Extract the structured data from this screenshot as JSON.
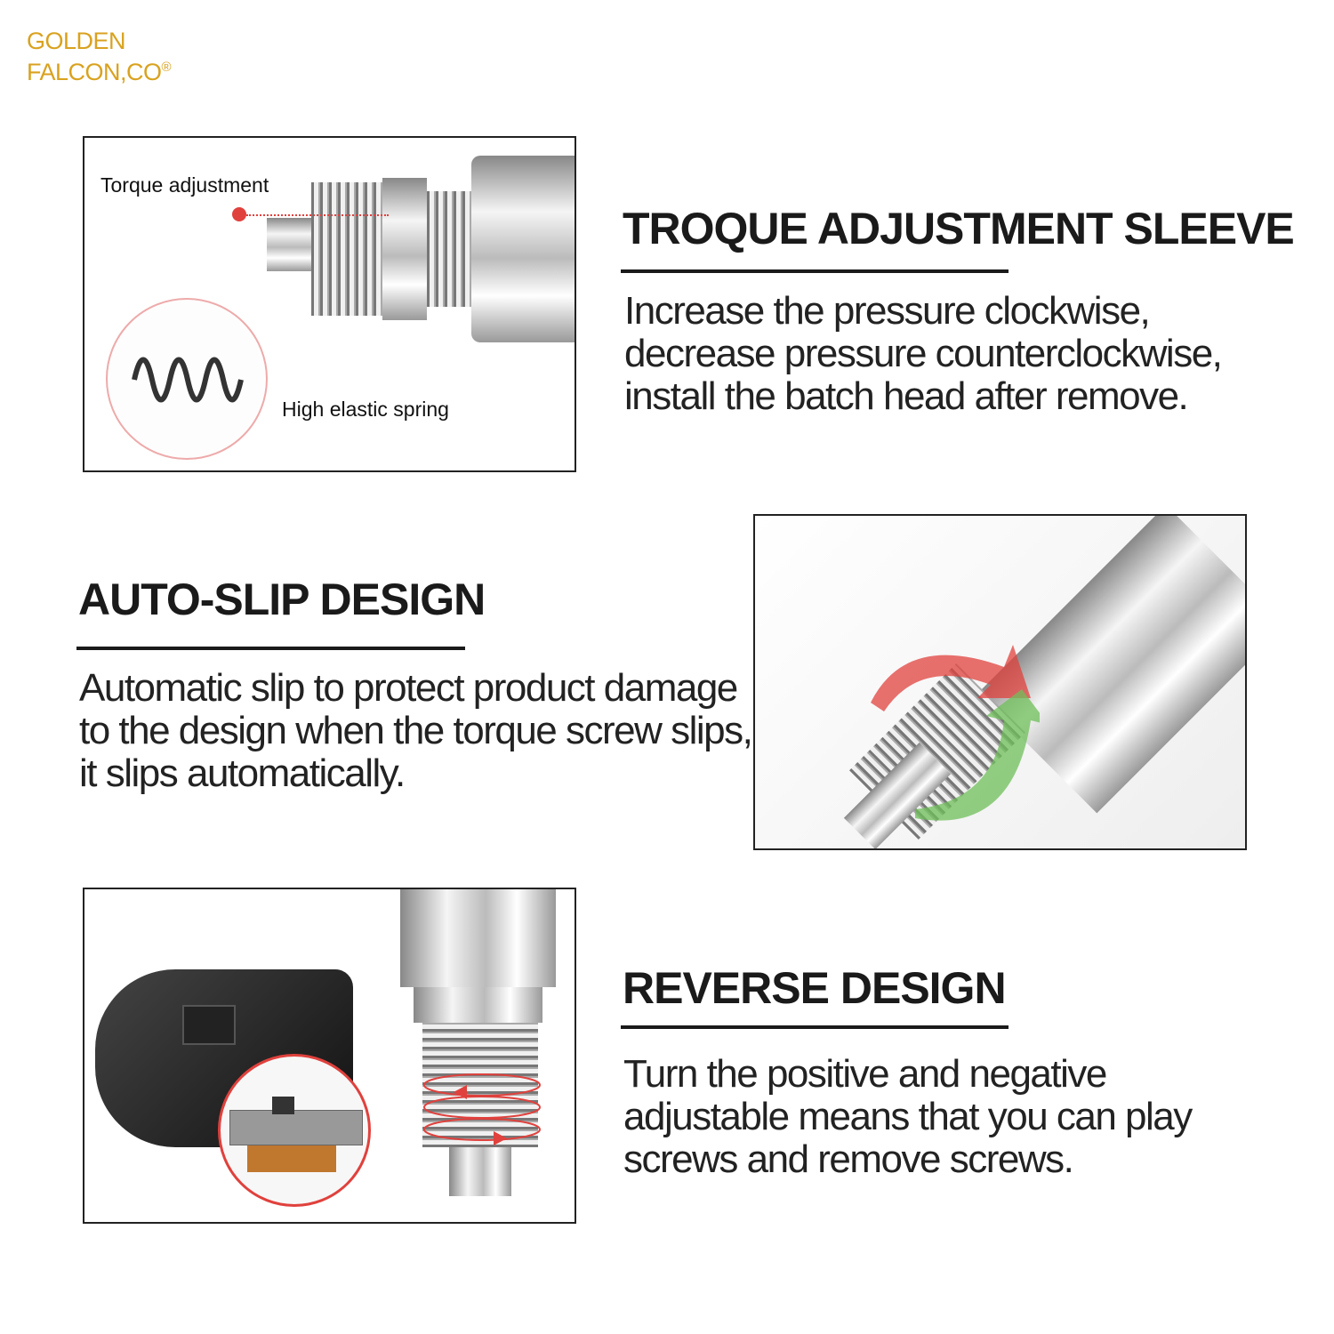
{
  "logo": {
    "line1": "GOLDEN",
    "line2": "FALCON,CO",
    "mark": "®",
    "color": "#d9a21f"
  },
  "sections": [
    {
      "title": "TROQUE ADJUSTMENT SLEEVE",
      "body": "Increase the pressure clockwise, decrease pressure counterclockwise, install the batch head after remove.",
      "labels": [
        "Torque adjustment",
        "High elastic spring"
      ]
    },
    {
      "title": "AUTO-SLIP DESIGN",
      "body": "Automatic slip to protect product damage to the design when the torque screw slips, it slips automatically."
    },
    {
      "title": "REVERSE DESIGN",
      "body": "Turn the positive and negative adjustable means that you can play screws and remove screws."
    }
  ],
  "colors": {
    "accent_red": "#e0413d",
    "arrow_green": "#6fbf5a"
  }
}
